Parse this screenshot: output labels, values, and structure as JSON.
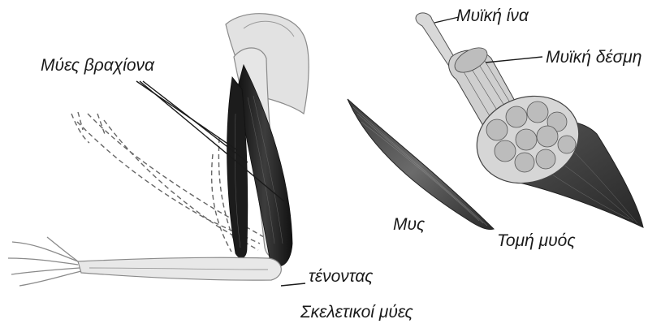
{
  "labels": {
    "arm_muscles": "Μύες βραχίονα",
    "tendon": "τένοντας",
    "skeletal_muscles": "Σκελετικοί μύες",
    "muscle": "Μυς",
    "muscle_fiber": "Μυϊκή ίνα",
    "muscle_bundle": "Μυϊκή δέσμη",
    "muscle_section": "Τομή μυός"
  },
  "colors": {
    "ink": "#1a1a1a",
    "bone_fill": "#e4e4e4",
    "bone_outline": "#8a8a8a",
    "muscle_dark": "#2b2b2b",
    "muscle_mid": "#5a5a5a",
    "bundle_fill": "#cfcfcf"
  },
  "icons": {
    "arm": "arm-skeleton-illustration",
    "muscle": "spindle-muscle-illustration",
    "section": "muscle-cross-section-illustration"
  }
}
